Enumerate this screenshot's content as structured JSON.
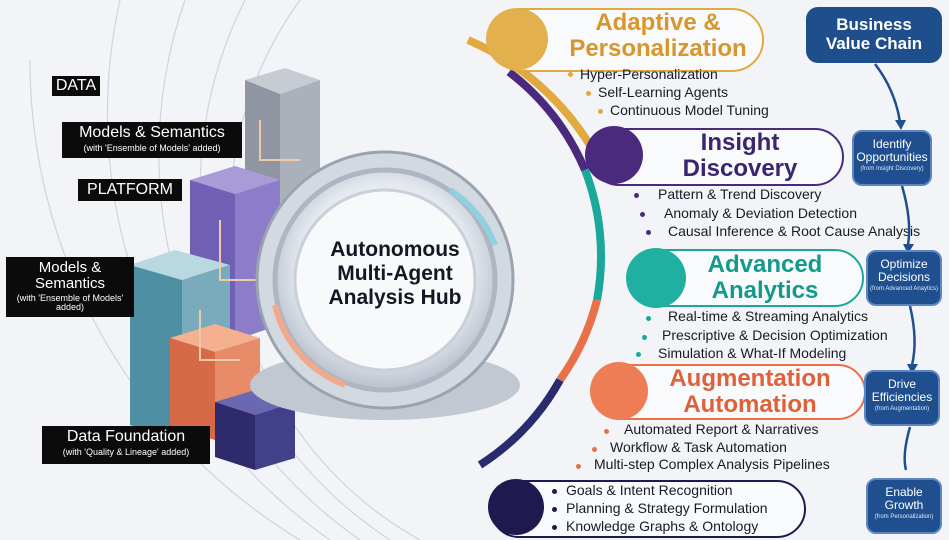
{
  "left_labels": {
    "data": "DATA",
    "models_semantics_top": "Models & Semantics",
    "models_semantics_top_sub": "(with 'Ensemble of Models' added)",
    "platform": "PLATFORM",
    "models_semantics_mid_line1": "Models &",
    "models_semantics_mid_line2": "Semantics",
    "models_semantics_mid_sub1": "(with 'Ensemble of Models'",
    "models_semantics_mid_sub2": "added)",
    "data_foundation": "Data Foundation",
    "data_foundation_sub": "(with 'Quality & Lineage' added)"
  },
  "hub": {
    "line1": "Autonomous",
    "line2": "Multi-Agent",
    "line3": "Analysis Hub"
  },
  "capabilities": [
    {
      "title1": "Adaptive &",
      "title2": "Personalization",
      "color": "#e2a93e",
      "items": [
        "Hyper-Personalization",
        "Self-Learning Agents",
        "Continuous Model Tuning"
      ]
    },
    {
      "title1": "Insight",
      "title2": "Discovery",
      "color": "#4b2a7e",
      "items": [
        "Pattern & Trend Discovery",
        "Anomaly & Deviation Detection",
        "Causal Inference & Root Cause Analysis"
      ]
    },
    {
      "title1": "Advanced",
      "title2": "Analytics",
      "color": "#1aa89a",
      "items": [
        "Real-time & Streaming Analytics",
        "Prescriptive & Decision Optimization",
        "Simulation & What-If Modeling"
      ]
    },
    {
      "title1": "Augmentation",
      "title2": "Automation",
      "color": "#e8714a",
      "items": [
        "Automated Report & Narratives",
        "Workflow & Task Automation",
        "Multi-step Complex Analysis Pipelines"
      ]
    },
    {
      "title1": "",
      "title2": "",
      "color": "#1e1a4f",
      "items": [
        "Goals & Intent Recognition",
        "Planning & Strategy Formulation",
        "Knowledge Graphs & Ontology"
      ]
    }
  ],
  "value_chain": {
    "title1": "Business",
    "title2": "Value Chain",
    "nodes": [
      {
        "t1": "Identify",
        "t2": "Opportunities",
        "sub": "(from Insight Discovery)"
      },
      {
        "t1": "Optimize",
        "t2": "Decisions",
        "sub": "(from Advanced Anaytics)"
      },
      {
        "t1": "Drive",
        "t2": "Efficiencies",
        "sub": "(from Augmentation)"
      },
      {
        "t1": "Enable",
        "t2": "Growth",
        "sub": "(from Personalization)"
      }
    ]
  },
  "colors": {
    "gold": "#e2a93e",
    "purple": "#4b2a7e",
    "teal": "#1aa89a",
    "orange": "#e8714a",
    "navy": "#1e1a4f",
    "chain_blue": "#1f4f8f"
  }
}
